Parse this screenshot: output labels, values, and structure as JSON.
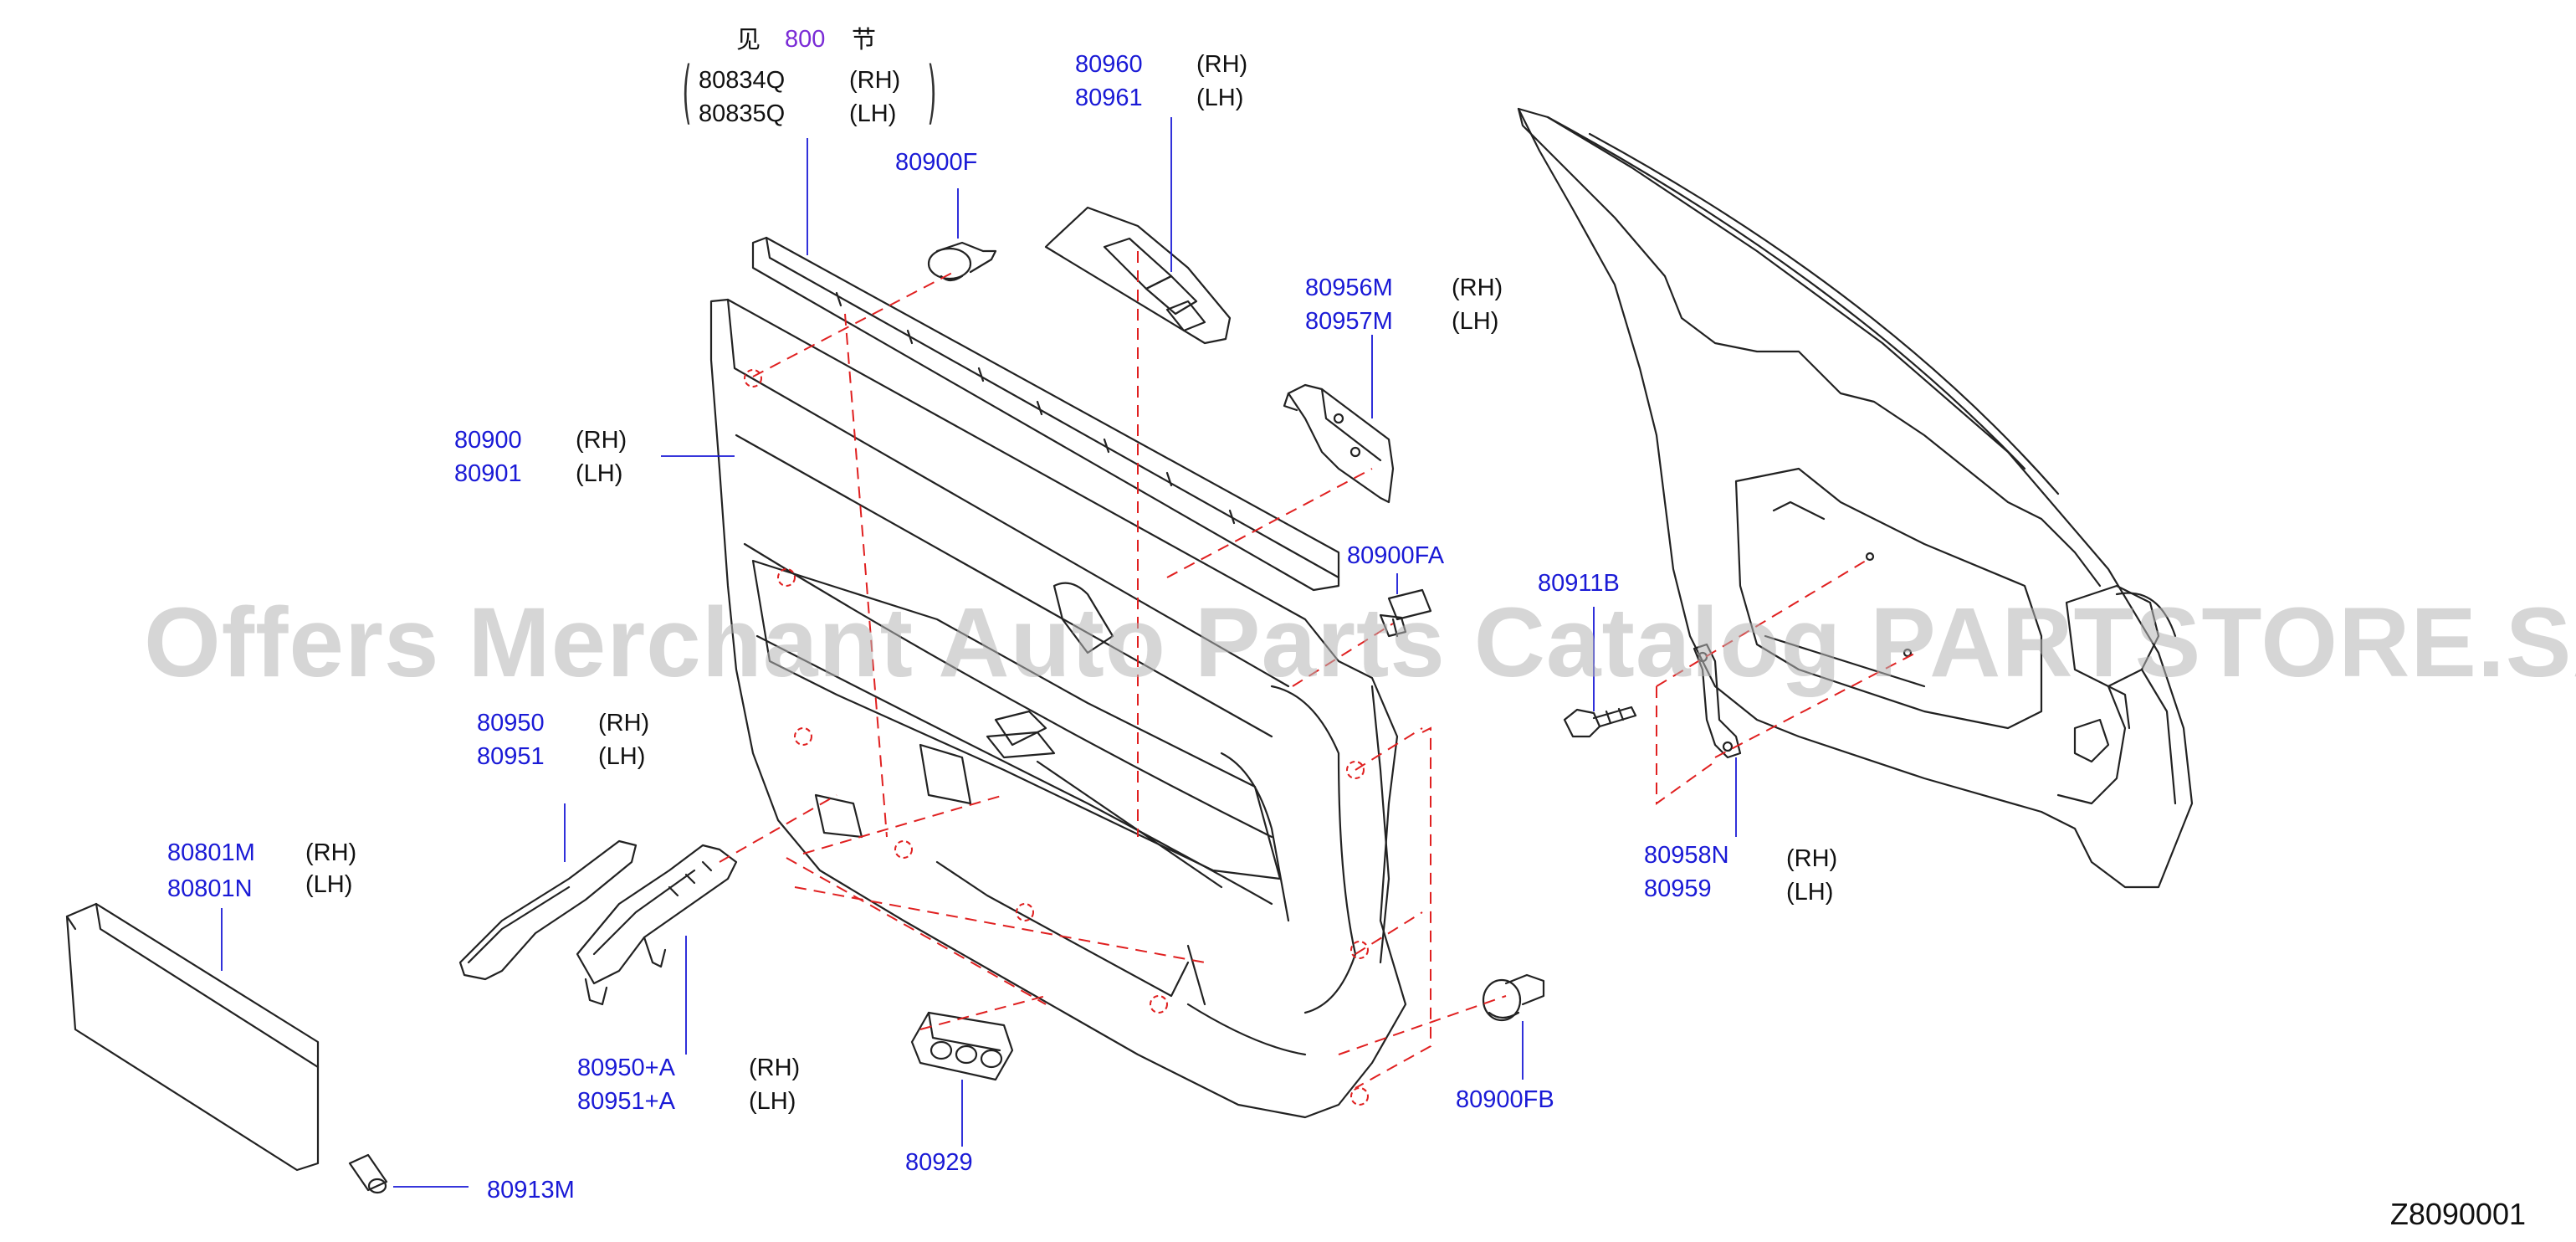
{
  "see_note": {
    "prefix": "见",
    "ref": "800",
    "suffix": "节"
  },
  "parts": {
    "trim_finisher": {
      "rh": "80834Q",
      "lh": "80835Q",
      "rh_tag": "(RH)",
      "lh_tag": "(LH)"
    },
    "clip_f": {
      "num": "80900F"
    },
    "switch_finisher": {
      "rh": "80960",
      "lh": "80961",
      "rh_tag": "(RH)",
      "lh_tag": "(LH)"
    },
    "bracket_m": {
      "rh": "80956M",
      "lh": "80957M",
      "rh_tag": "(RH)",
      "lh_tag": "(LH)"
    },
    "door_trim": {
      "rh": "80900",
      "lh": "80901",
      "rh_tag": "(RH)",
      "lh_tag": "(LH)"
    },
    "clip_fa": {
      "num": "80900FA"
    },
    "screw_b": {
      "num": "80911B"
    },
    "pull_handle": {
      "rh": "80950",
      "lh": "80951",
      "rh_tag": "(RH)",
      "lh_tag": "(LH)"
    },
    "armrest_pad": {
      "rh": "80801M",
      "lh": "80801N",
      "rh_tag": "(RH)",
      "lh_tag": "(LH)"
    },
    "grip_bracket": {
      "rh": "80950+A",
      "lh": "80951+A",
      "rh_tag": "(RH)",
      "lh_tag": "(LH)"
    },
    "plug_m": {
      "num": "80913M"
    },
    "switch_bezel": {
      "num": "80929"
    },
    "clip_fb": {
      "num": "80900FB"
    },
    "bracket_n": {
      "rh": "80958N",
      "lh": "80959",
      "rh_tag": "(RH)",
      "lh_tag": "(LH)"
    }
  },
  "watermark": "Offers Merchant Auto Parts Catalog PARTSTORE.SA",
  "diagram_code": "Z8090001",
  "colors": {
    "part_number": "#1a1ad6",
    "side_tag": "#111111",
    "ref_link": "#7a2bd6",
    "dashed_guide": "#e02020",
    "line_art": "#222222",
    "watermark": "#b4b4b4"
  }
}
